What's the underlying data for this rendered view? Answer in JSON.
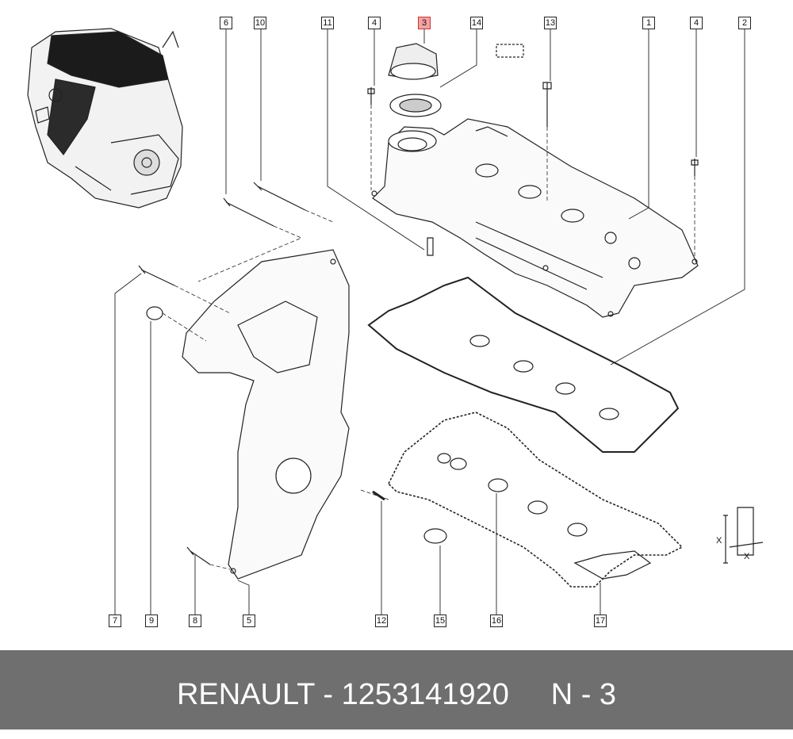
{
  "callouts": [
    {
      "label": "6",
      "highlight": false
    },
    {
      "label": "10",
      "highlight": false
    },
    {
      "label": "11",
      "highlight": false
    },
    {
      "label": "4",
      "highlight": false
    },
    {
      "label": "3",
      "highlight": true
    },
    {
      "label": "14",
      "highlight": false
    },
    {
      "label": "13",
      "highlight": false
    },
    {
      "label": "1",
      "highlight": false
    },
    {
      "label": "4",
      "highlight": false
    },
    {
      "label": "2",
      "highlight": false
    },
    {
      "label": "7",
      "highlight": false
    },
    {
      "label": "9",
      "highlight": false
    },
    {
      "label": "8",
      "highlight": false
    },
    {
      "label": "5",
      "highlight": false
    },
    {
      "label": "12",
      "highlight": false
    },
    {
      "label": "15",
      "highlight": false
    },
    {
      "label": "16",
      "highlight": false
    },
    {
      "label": "17",
      "highlight": false
    }
  ],
  "dimension_labels": {
    "x_vertical": "X",
    "x_diagonal": "X"
  },
  "footer": {
    "text": "RENAULT - 1253141920     N - 3"
  },
  "colors": {
    "footer_bg": "#6f6f6f",
    "highlight": "#f4a3a3",
    "line": "#222222"
  }
}
